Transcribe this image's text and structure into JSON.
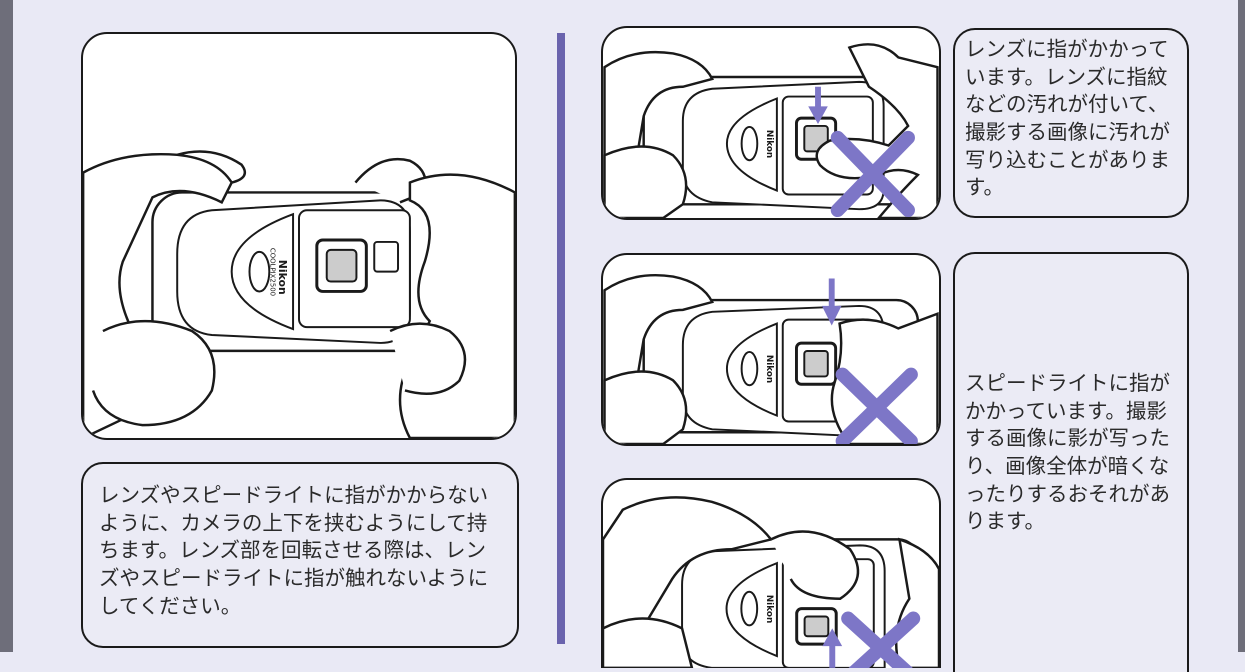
{
  "captions": {
    "main": "レンズやスピードライトに指がかからないように、カメラの上下を挟むようにして持ちます。レンズ部を回転させる際は、レンズやスピードライトに指が触れないようにしてください。",
    "lens_warning": "レンズに指がかかっています。レンズに指紋などの汚れが付いて、撮影する画像に汚れが写り込むことがあります。",
    "flash_warning": "スピードライトに指がかかっています。撮影する画像に影が写ったり、画像全体が暗くなったりするおそれがあります。"
  },
  "camera": {
    "brand": "Nikon",
    "model": "COOLPIX2500"
  },
  "icons": {
    "bad_mark": "x-mark-icon",
    "pointer": "down-arrow-icon"
  },
  "colors": {
    "accent": "#6a63ad",
    "x_mark": "#7d76c7",
    "note_bg": "#ebebf5",
    "page_bg": "#e9e9f5"
  }
}
